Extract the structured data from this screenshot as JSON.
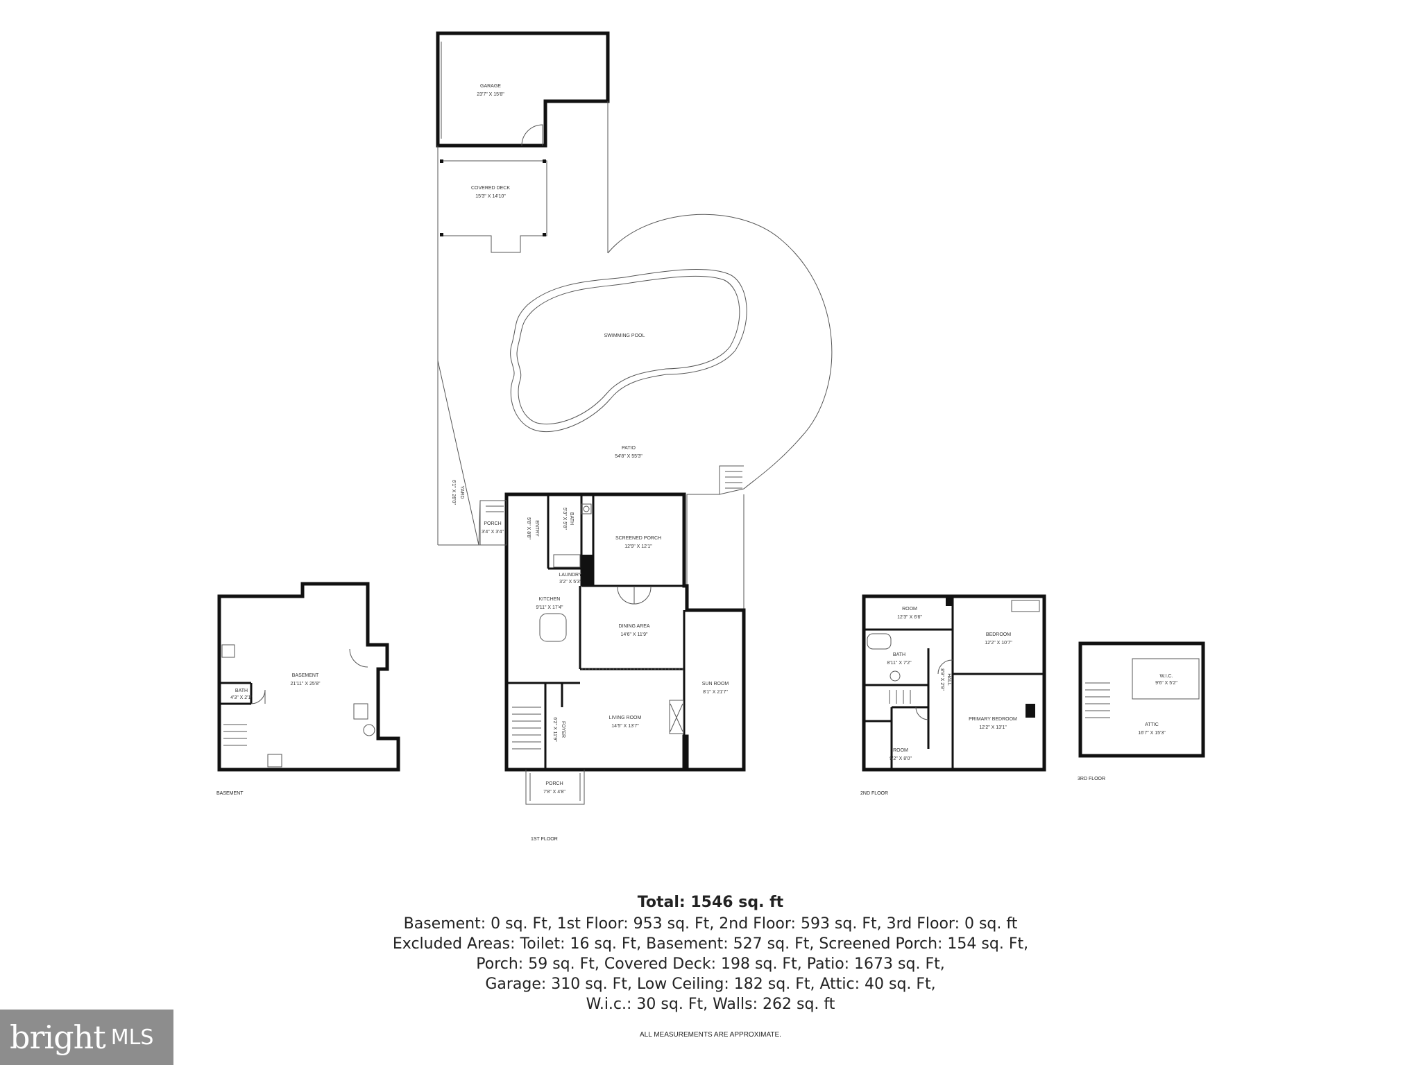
{
  "plan": {
    "rooms": {
      "garage": {
        "name": "GARAGE",
        "dims": "23'7\" X 15'8\""
      },
      "covered_deck": {
        "name": "COVERED DECK",
        "dims": "15'3\" X 14'10\""
      },
      "swimming_pool": {
        "name": "SWIMMING POOL"
      },
      "patio": {
        "name": "PATIO",
        "dims": "54'8\" X 55'3\""
      },
      "yard": {
        "name": "YARD",
        "dims": "6'1\" X 26'0\""
      },
      "porch_side": {
        "name": "PORCH",
        "dims": "3'4\" X 3'4\""
      },
      "entry": {
        "name": "ENTRY",
        "dims": "5'8\" X 8'8\""
      },
      "bath_1": {
        "name": "BATH",
        "dims": "5'3\" X 5'8\""
      },
      "screened_porch": {
        "name": "SCREENED PORCH",
        "dims": "12'9\" X 12'1\""
      },
      "laundry": {
        "name": "LAUNDRY",
        "dims": "3'2\" X 5'3\""
      },
      "kitchen": {
        "name": "KITCHEN",
        "dims": "9'11\" X 17'4\""
      },
      "dining_area": {
        "name": "DINING AREA",
        "dims": "14'6\" X 11'9\""
      },
      "sun_room": {
        "name": "SUN ROOM",
        "dims": "8'1\" X 21'7\""
      },
      "living_room": {
        "name": "LIVING ROOM",
        "dims": "14'5\" X 13'7\""
      },
      "foyer": {
        "name": "FOYER",
        "dims": "6'2\" X 11'9\""
      },
      "porch_front": {
        "name": "PORCH",
        "dims": "7'8\" X 4'8\""
      },
      "basement": {
        "name": "BASEMENT",
        "dims": "21'11\" X 25'8\""
      },
      "bath_basement": {
        "name": "BATH",
        "dims": "4'3\" X 2'1\""
      },
      "room_top": {
        "name": "ROOM",
        "dims": "12'3\" X 6'6\""
      },
      "bedroom": {
        "name": "BEDROOM",
        "dims": "12'2\" X 10'7\""
      },
      "bath_2": {
        "name": "BATH",
        "dims": "8'11\" X 7'2\""
      },
      "hall": {
        "name": "HALL",
        "dims": "8'9\" X 2'9\""
      },
      "primary_bedroom": {
        "name": "PRIMARY BEDROOM",
        "dims": "12'2\" X 13'1\""
      },
      "room_bottom": {
        "name": "ROOM",
        "dims": "9'2\" X 8'0\""
      },
      "wic": {
        "name": "W.I.C.",
        "dims": "9'6\" X 5'2\""
      },
      "attic": {
        "name": "ATTIC",
        "dims": "16'7\" X 15'3\""
      }
    },
    "floor_labels": {
      "basement": "BASEMENT",
      "first": "1ST FLOOR",
      "second": "2ND FLOOR",
      "third": "3RD FLOOR"
    }
  },
  "summary": {
    "total": "Total: 1546 sq. ft",
    "lines": [
      "Basement: 0 sq. Ft, 1st Floor: 953 sq. Ft, 2nd Floor: 593 sq. Ft, 3rd Floor: 0 sq. ft",
      "Excluded Areas: Toilet: 16 sq. Ft, Basement: 527 sq. Ft, Screened Porch: 154 sq. Ft,",
      "Porch: 59 sq. Ft, Covered Deck: 198 sq. Ft, Patio: 1673 sq. Ft,",
      "Garage: 310 sq. Ft, Low Ceiling: 182 sq. Ft, Attic: 40 sq. Ft,",
      "W.i.c.: 30 sq. Ft, Walls: 262 sq. ft"
    ],
    "disclaimer": "ALL MEASUREMENTS ARE APPROXIMATE."
  },
  "logo": {
    "bright": "bright",
    "mls": "MLS"
  }
}
